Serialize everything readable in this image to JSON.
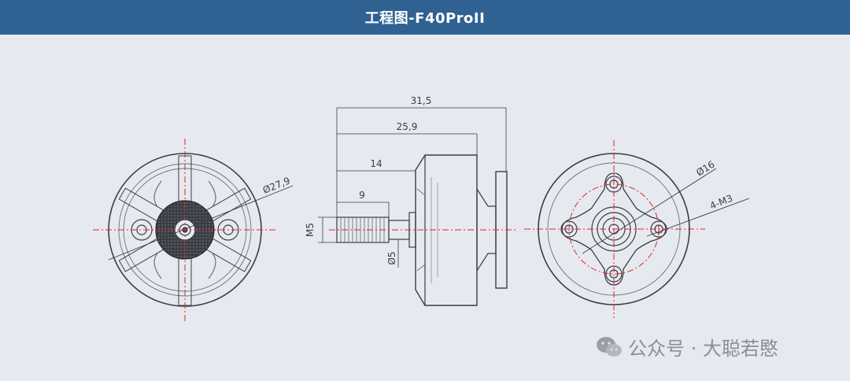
{
  "header": {
    "title": "工程图-F40ProII"
  },
  "dimensions": {
    "d279": "Ø27,9",
    "total": "31,5",
    "body": "25,9",
    "shaft": "14",
    "thread": "9",
    "m5": "M5",
    "d5": "Ø5",
    "d16": "Ø16",
    "m3": "4-M3"
  },
  "watermark": {
    "text": "公众号 · 大聪若愍"
  },
  "colors": {
    "title_bar": "#2f6293",
    "background": "#e6eaf0",
    "line": "#3a3d44",
    "centerline": "#e0242a"
  }
}
